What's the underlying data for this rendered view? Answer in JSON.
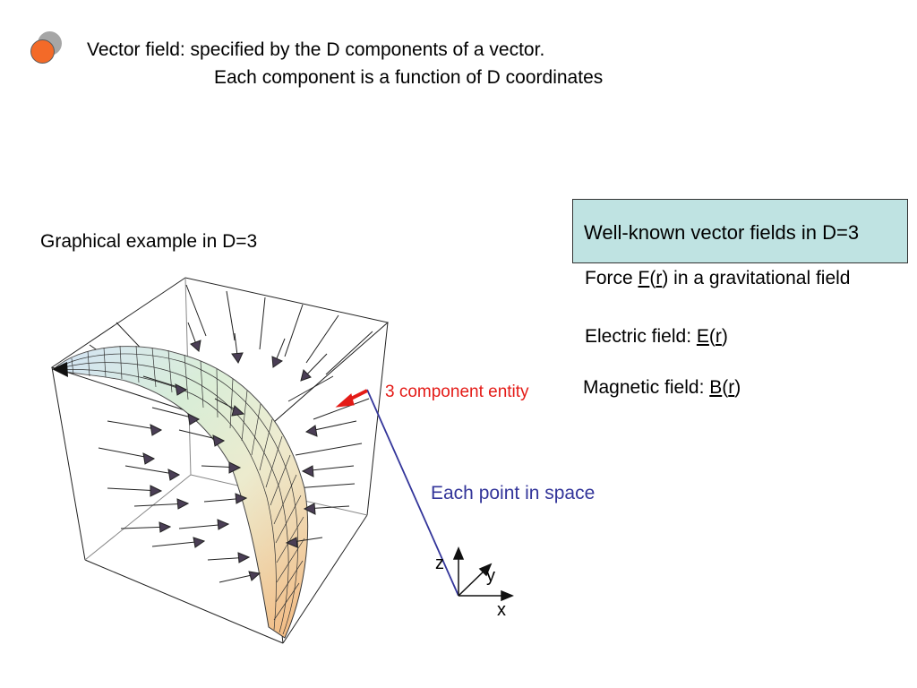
{
  "header": {
    "line1": "Vector field: specified by the D components of a vector.",
    "line2": "Each component is a function of D coordinates"
  },
  "example": {
    "title": "Graphical example in D=3"
  },
  "annotations": {
    "entity_label": "3 component entity",
    "point_label": "Each point in space"
  },
  "axes": {
    "z": "z",
    "y": "y",
    "x": "x"
  },
  "known_fields": {
    "heading": "Well-known vector fields in D=3",
    "force": {
      "prefix": "Force ",
      "symbol": "F",
      "open": "(",
      "arg": "r",
      "close": ")",
      "suffix": " in a gravitational field"
    },
    "electric": {
      "prefix": "Electric field: ",
      "symbol": "E",
      "open": "(",
      "arg": "r",
      "close": ")"
    },
    "magnetic": {
      "prefix": "Magnetic field: ",
      "symbol": "B",
      "open": "(",
      "arg": "r",
      "close": ")"
    }
  },
  "colors": {
    "bullet": "#f36a28",
    "entity": "#e41b17",
    "pointer": "#33359a",
    "box": "#bfe3e2"
  }
}
